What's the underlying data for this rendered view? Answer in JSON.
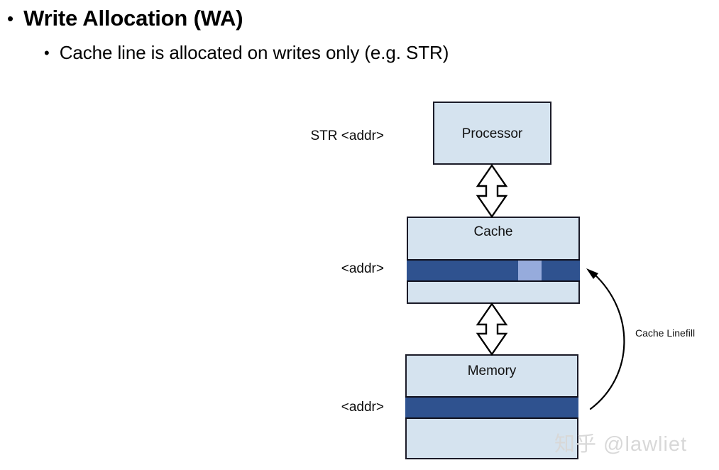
{
  "slide": {
    "bullet_marker": "•",
    "title": "Write Allocation (WA)",
    "subtitle": "Cache line is allocated on writes only (e.g. STR)"
  },
  "diagram": {
    "processor": {
      "label": "Processor"
    },
    "cache": {
      "label": "Cache",
      "addr_label": "<addr>"
    },
    "memory": {
      "label": "Memory",
      "addr_label": "<addr>"
    },
    "request_label": "STR <addr>",
    "linefill_label": "Cache Linefill"
  },
  "colors": {
    "box_fill": "#d5e3ef",
    "box_stroke": "#1b1b28",
    "band_fill": "#2f528f",
    "band_segment_fill": "#96abdc",
    "arrow_fill": "#ffffff",
    "arrow_stroke": "#000000",
    "watermark": "#d8d8d8"
  },
  "watermark": {
    "text": "知乎 @lawliet"
  }
}
